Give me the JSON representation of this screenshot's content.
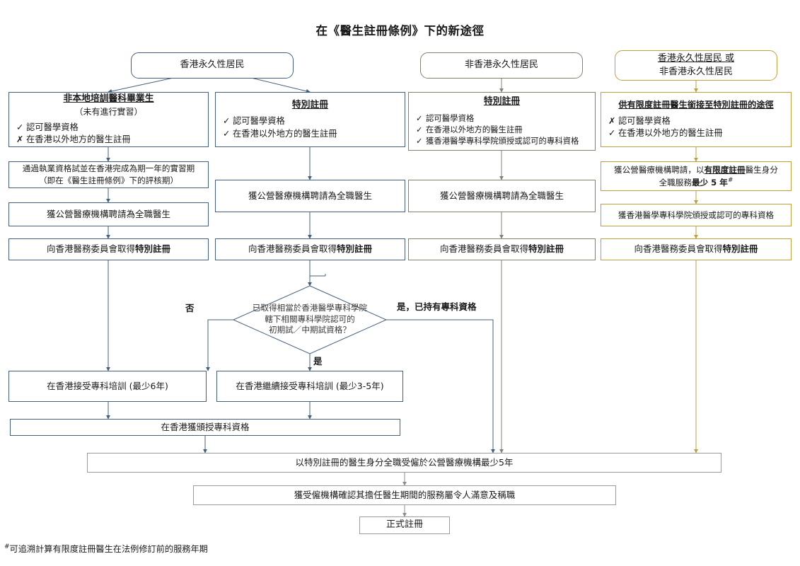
{
  "title": "在《醫生註冊條例》下的新途徑",
  "colors": {
    "blue": "#44607e",
    "olive": "#7d8470",
    "gold": "#bfa13b",
    "gray": "#9a9a9a",
    "text": "#1a1a1a"
  },
  "headers": [
    {
      "id": "hdr-col1",
      "label": "香港永久性居民"
    },
    {
      "id": "hdr-col3",
      "label": "非香港永久性居民"
    },
    {
      "id": "hdr-col4",
      "line1": "香港永久性居民 或",
      "line2": "非香港永久性居民"
    }
  ],
  "columns": {
    "col1": {
      "criteria": {
        "title": "非本地培訓醫科畢業生",
        "subtitle": "（未有進行實習）",
        "bullets": [
          {
            "mark": "✓",
            "text": "認可醫學資格"
          },
          {
            "mark": "✗",
            "text": "在香港以外地方的醫生註冊"
          }
        ]
      },
      "steps": [
        {
          "line1": "通過執業資格試並在香港完成為期一年的實習期",
          "line2": "（即在《醫生註冊條例》下的評核期）"
        },
        {
          "line1": "獲公營醫療機構聘請為全職醫生"
        },
        {
          "pre": "向香港醫務委員會取得",
          "bold": "特別註冊"
        }
      ]
    },
    "col2": {
      "criteria": {
        "title": "特別註冊",
        "bullets": [
          {
            "mark": "✓",
            "text": "認可醫學資格"
          },
          {
            "mark": "✓",
            "text": "在香港以外地方的醫生註冊"
          }
        ]
      },
      "steps": [
        {
          "line1": "獲公營醫療機構聘請為全職醫生"
        },
        {
          "pre": "向香港醫務委員會取得",
          "bold": "特別註冊"
        }
      ]
    },
    "col3": {
      "criteria": {
        "title": "特別註冊",
        "bullets": [
          {
            "mark": "✓",
            "text": "認可醫學資格"
          },
          {
            "mark": "✓",
            "text": "在香港以外地方的醫生註冊"
          },
          {
            "mark": "✓",
            "text": "獲香港醫學專科學院頒授或認可的專科資格"
          }
        ]
      },
      "steps": [
        {
          "line1": "獲公營醫療機構聘請為全職醫生"
        },
        {
          "pre": "向香港醫務委員會取得",
          "bold": "特別註冊"
        }
      ]
    },
    "col4": {
      "criteria": {
        "title": "供有限度註冊醫生銜接至特別註冊的途徑",
        "bullets": [
          {
            "mark": "✗",
            "text": "認可醫學資格"
          },
          {
            "mark": "✓",
            "text": "在香港以外地方的醫生註冊"
          }
        ]
      },
      "steps": [
        {
          "seg1": "獲公營醫療機構聘請，以",
          "seg2_bold_underline": "有限度註冊",
          "seg3": "醫生身分",
          "line2_pre": "全職服務",
          "line2_bold": "最少 5 年",
          "line2_sup": "#"
        },
        {
          "line1": "獲香港醫學專科學院頒授或認可的專科資格"
        },
        {
          "pre": "向香港醫務委員會取得",
          "bold": "特別註冊"
        }
      ]
    }
  },
  "decision": {
    "line1": "已取得相當於香港醫學專科學院",
    "line2": "轄下相關專科學院認可的",
    "line3": "初期試／中期試資格？",
    "label_no": "否",
    "label_yes_specialist": "是，已持有專科資格",
    "label_yes": "是"
  },
  "training": {
    "left": "在香港接受專科培訓 (最少6年)",
    "right": "在香港繼續接受專科培訓 (最少3-5年)",
    "qualified": "在香港獲頒授專科資格"
  },
  "common": {
    "employ5y": "以特別註冊的醫生身分全職受僱於公營醫療機構最少5年",
    "confirm": "獲受僱機構確認其擔任醫生期間的服務屬令人滿意及稱職",
    "full_reg": "正式註冊"
  },
  "footnote": {
    "mark": "#",
    "text": "可追溯計算有限度註冊醫生在法例修訂前的服務年期"
  }
}
